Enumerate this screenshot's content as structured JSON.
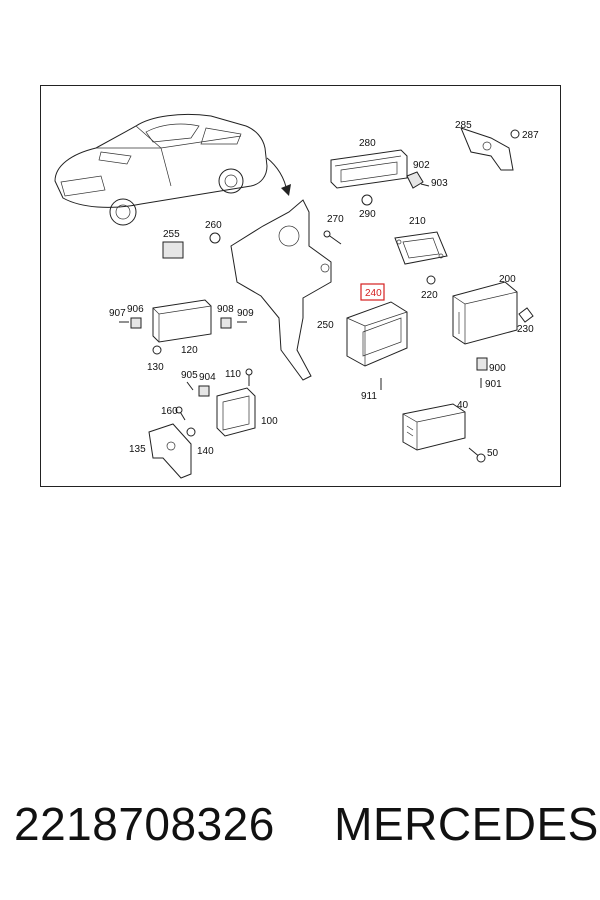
{
  "diagram": {
    "labels": {
      "l280": "280",
      "l285": "285",
      "l287": "287",
      "l902": "902",
      "l903": "903",
      "l290": "290",
      "l260": "260",
      "l270": "270",
      "l210": "210",
      "l255": "255",
      "l220": "220",
      "l200": "200",
      "l240": "240",
      "l907": "907",
      "l906": "906",
      "l908": "908",
      "l909": "909",
      "l250": "250",
      "l230": "230",
      "l120": "120",
      "l130": "130",
      "l900": "900",
      "l901": "901",
      "l905": "905",
      "l904": "904",
      "l110": "110",
      "l911": "911",
      "l40": "40",
      "l160": "160",
      "l100": "100",
      "l135": "135",
      "l140": "140",
      "l50": "50"
    },
    "highlight_color": "#d42020"
  },
  "footer": {
    "part_number": "2218708326",
    "brand": "MERCEDES"
  }
}
